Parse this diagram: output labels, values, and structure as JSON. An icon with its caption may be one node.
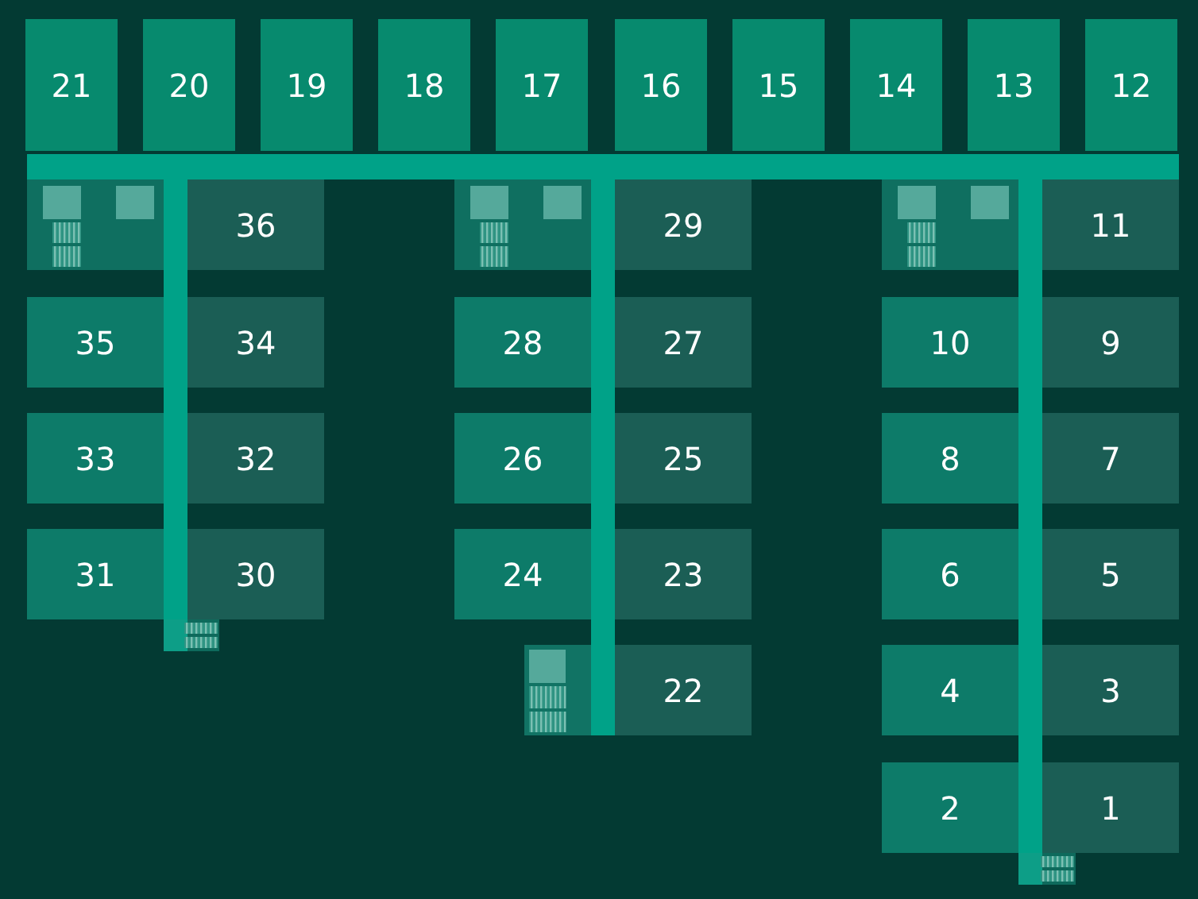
{
  "diagram": {
    "nodes": [
      {
        "text": [
          "21"
        ]
      },
      {
        "text": [
          "20"
        ]
      },
      {
        "text": [
          "19"
        ]
      },
      {
        "text": [
          "18"
        ]
      },
      {
        "text": [
          "17"
        ]
      },
      {
        "text": [
          "16"
        ]
      },
      {
        "text": [
          "15"
        ]
      },
      {
        "text": [
          "14"
        ]
      },
      {
        "text": [
          "13"
        ]
      },
      {
        "text": [
          "12"
        ]
      },
      {
        "text": [
          "36"
        ]
      },
      {
        "text": [
          "29"
        ]
      },
      {
        "text": [
          "11"
        ]
      },
      {
        "text": [
          "35"
        ]
      },
      {
        "text": [
          "34"
        ]
      },
      {
        "text": [
          "28"
        ]
      },
      {
        "text": [
          "27"
        ]
      },
      {
        "text": [
          "10"
        ]
      },
      {
        "text": [
          "9"
        ]
      },
      {
        "text": [
          "33"
        ]
      },
      {
        "text": [
          "32"
        ]
      },
      {
        "text": [
          "26"
        ]
      },
      {
        "text": [
          "25"
        ]
      },
      {
        "text": [
          "8"
        ]
      },
      {
        "text": [
          "7"
        ]
      },
      {
        "text": [
          "31"
        ]
      },
      {
        "text": [
          "30"
        ]
      },
      {
        "text": [
          "24"
        ]
      },
      {
        "text": [
          "23"
        ]
      },
      {
        "text": [
          "6"
        ]
      },
      {
        "text": [
          "5"
        ]
      },
      {
        "text": [
          "22"
        ]
      },
      {
        "text": [
          "4"
        ]
      },
      {
        "text": [
          "3"
        ]
      },
      {
        "text": [
          "2"
        ]
      },
      {
        "text": [
          "1"
        ]
      }
    ]
  }
}
